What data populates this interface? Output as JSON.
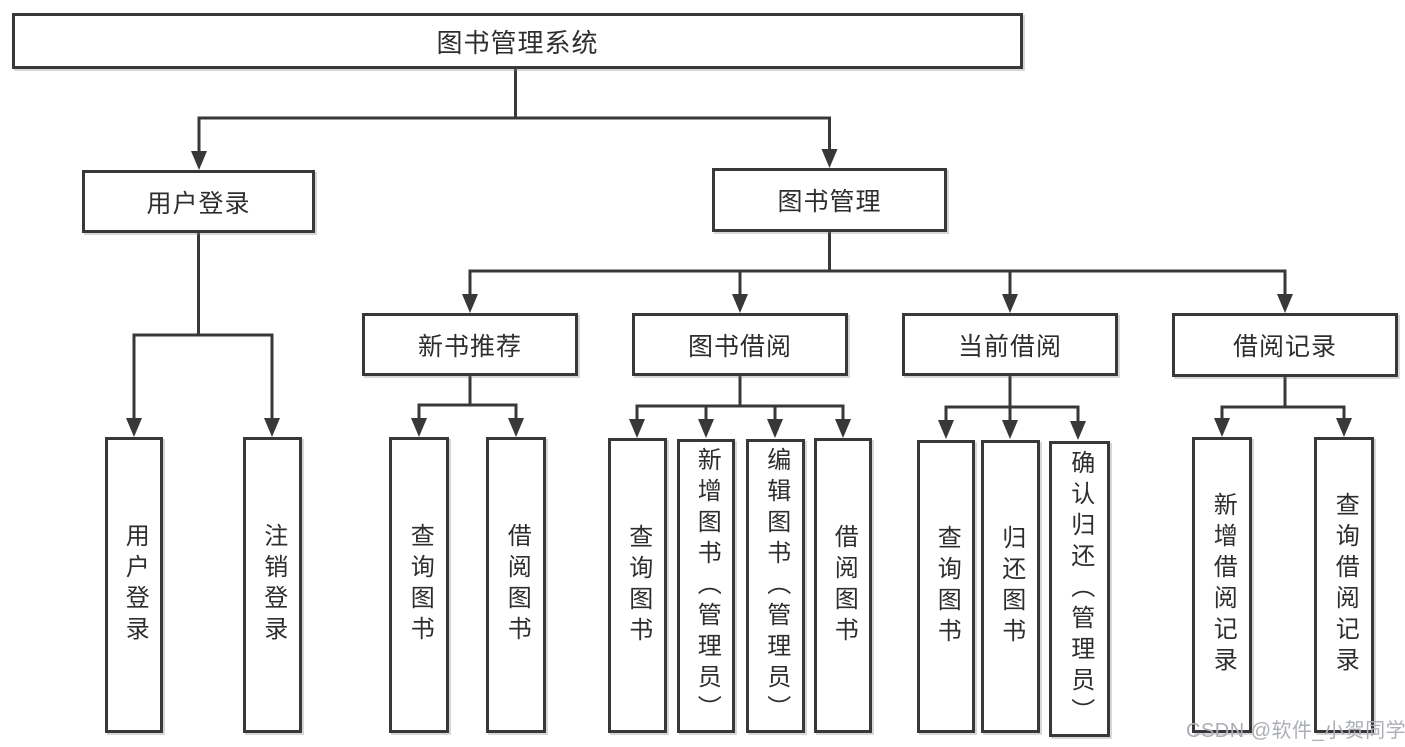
{
  "diagram_type": "hierarchy",
  "tree": {
    "label": "图书管理系统",
    "children": [
      {
        "label": "用户登录",
        "children": [
          {
            "label": "用户登录"
          },
          {
            "label": "注销登录"
          }
        ]
      },
      {
        "label": "图书管理",
        "children": [
          {
            "label": "新书推荐",
            "children": [
              {
                "label": "查询图书"
              },
              {
                "label": "借阅图书"
              }
            ]
          },
          {
            "label": "图书借阅",
            "children": [
              {
                "label": "查询图书"
              },
              {
                "label": "新增图书（管理员）"
              },
              {
                "label": "编辑图书（管理员）"
              },
              {
                "label": "借阅图书"
              }
            ]
          },
          {
            "label": "当前借阅",
            "children": [
              {
                "label": "查询图书"
              },
              {
                "label": "归还图书"
              },
              {
                "label": "确认归还（管理员）"
              }
            ]
          },
          {
            "label": "借阅记录",
            "children": [
              {
                "label": "新增借阅记录"
              },
              {
                "label": "查询借阅记录"
              }
            ]
          }
        ]
      }
    ]
  },
  "watermark": {
    "text": "CSDN @软件_小贺同学"
  },
  "colors": {
    "line": "#383838",
    "box_border": "#383838",
    "text": "#2e2e2e",
    "background": "#ffffff",
    "watermark_text": "#abafb5"
  }
}
